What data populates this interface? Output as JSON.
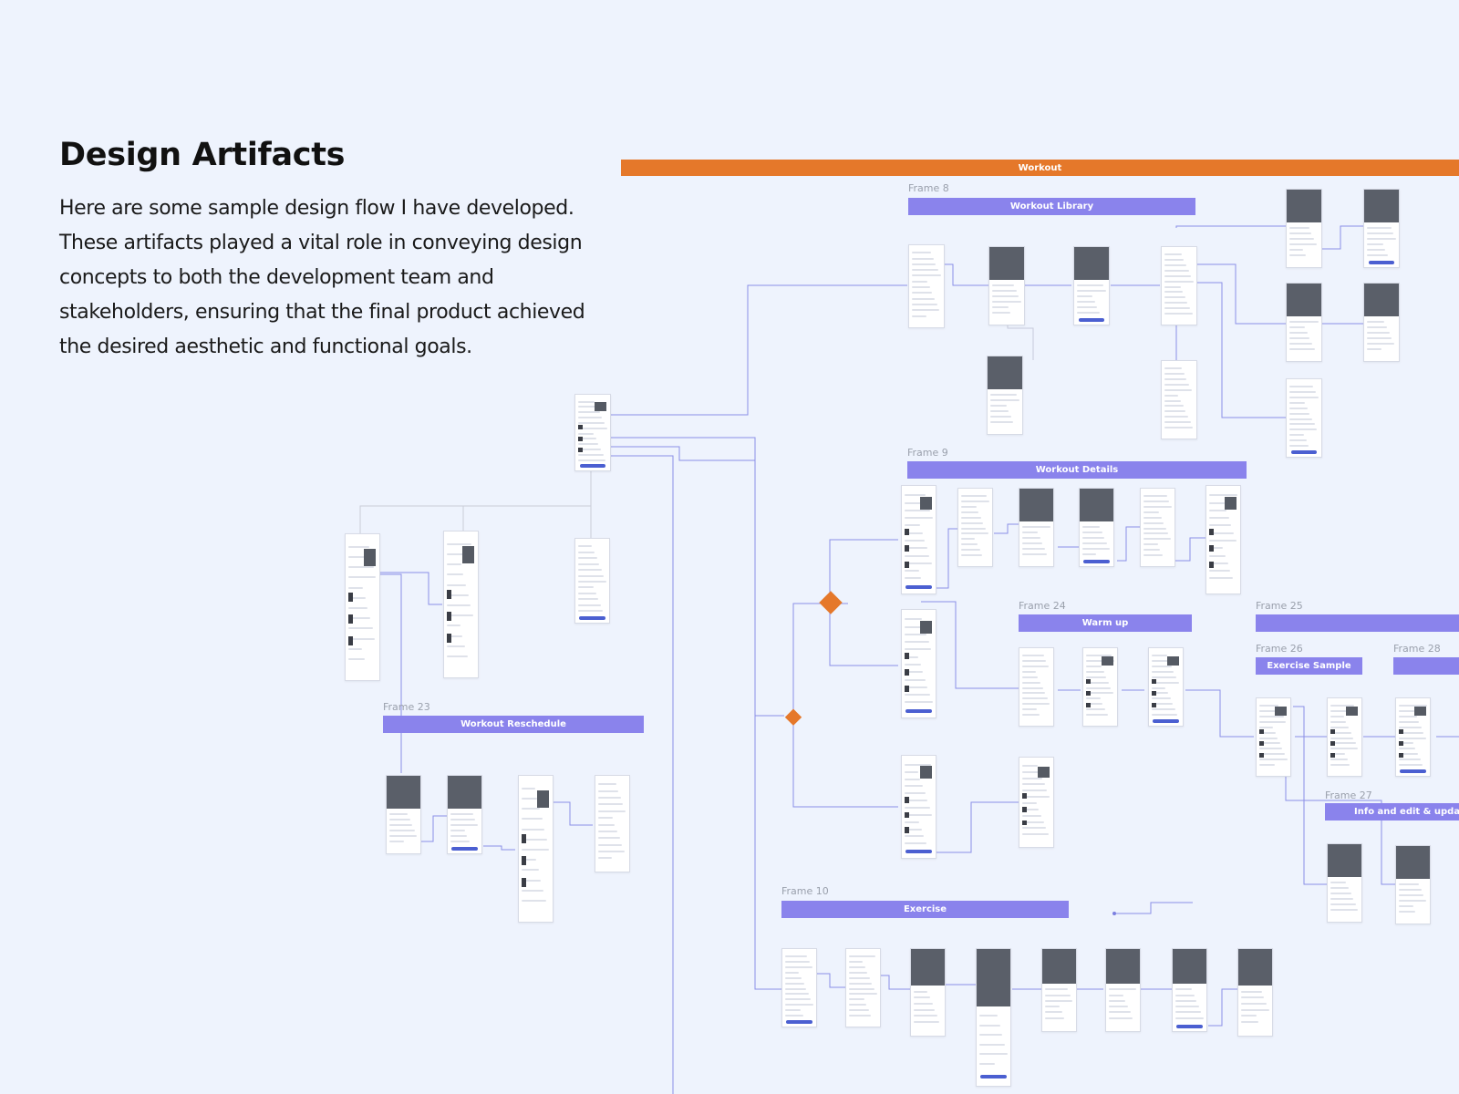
{
  "heading": "Design Artifacts",
  "description": "Here are some sample design flow I have developed. These artifacts played a vital role in conveying design concepts to both the development team and stakeholders, ensuring that the final product achieved the desired aesthetic and functional goals.",
  "banners": {
    "workout": "Workout",
    "workout_library": "Workout Library",
    "workout_details": "Workout Details",
    "warm_up": "Warm up",
    "exercise_sample": "Exercise Sample",
    "info_update": "Info and edit & update wei",
    "workout_reschedule": "Workout Reschedule",
    "exercise": "Exercise"
  },
  "frames": {
    "f8": "Frame 8",
    "f9": "Frame 9",
    "f24": "Frame 24",
    "f25": "Frame 25",
    "f26": "Frame 26",
    "f27": "Frame 27",
    "f28": "Frame 28",
    "f23": "Frame 23",
    "f10": "Frame 10"
  },
  "colors": {
    "background": "#eef3fd",
    "orange": "#e5782a",
    "purple": "#8a83ec",
    "connector": "#7b7fe0",
    "accent_button": "#4b5fd1"
  }
}
